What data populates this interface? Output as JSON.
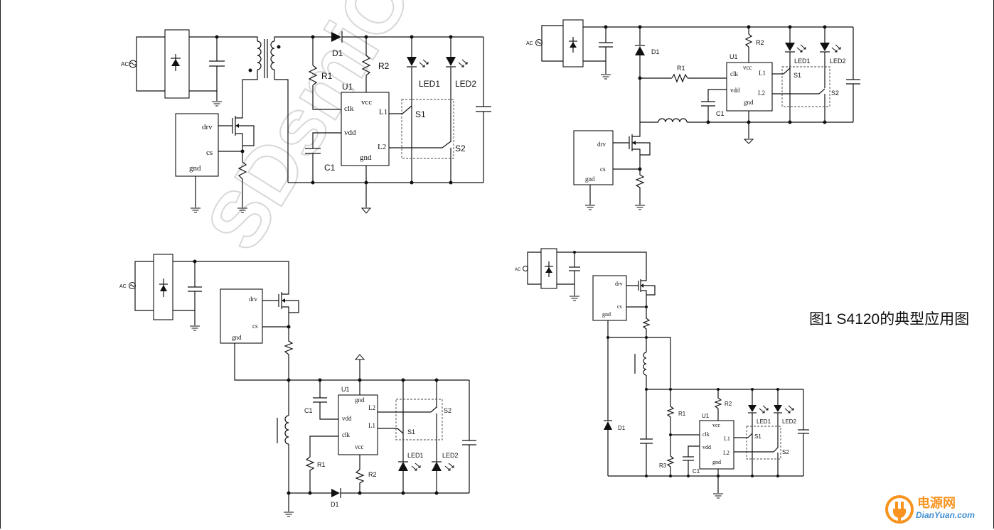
{
  "caption": "图1 S4120的典型应用图",
  "watermark": "SDsmiCo",
  "logo": {
    "cn": "电源网",
    "en": "DianYuan.com"
  },
  "circuits": {
    "c1": {
      "ac": "AC",
      "d1": "D1",
      "r1": "R1",
      "r2": "R2",
      "u1": "U1",
      "c1": "C1",
      "led1": "LED1",
      "led2": "LED2",
      "s1": "S1",
      "s2": "S2",
      "clk": "clk",
      "vdd": "vdd",
      "vcc": "vcc",
      "gnd": "gnd",
      "l1": "L1",
      "l2": "L2",
      "drv": "drv",
      "cs": "cs"
    },
    "c2": {
      "ac": "AC",
      "d1": "D1",
      "r1": "R1",
      "r2": "R2",
      "u1": "U1",
      "c1": "C1",
      "led1": "LED1",
      "led2": "LED2",
      "s1": "S1",
      "s2": "S2",
      "clk": "clk",
      "vdd": "vdd",
      "vcc": "vcc",
      "gnd": "gnd",
      "l1": "L1",
      "l2": "L2",
      "drv": "drv",
      "cs": "cs"
    },
    "c3": {
      "ac": "AC",
      "d1": "D1",
      "r1": "R1",
      "r2": "R2",
      "u1": "U1",
      "c1": "C1",
      "led1": "LED1",
      "led2": "LED2",
      "s1": "S1",
      "s2": "S2",
      "clk": "clk",
      "vdd": "vdd",
      "vcc": "vcc",
      "gnd": "gnd",
      "l1": "L1",
      "l2": "L2",
      "drv": "drv",
      "cs": "cs"
    },
    "c4": {
      "ac": "AC",
      "d1": "D1",
      "r1": "R1",
      "r2": "R2",
      "r3": "R3",
      "u1": "U1",
      "c1": "C1",
      "led1": "LED1",
      "led2": "LED2",
      "s1": "S1",
      "s2": "S2",
      "clk": "clk",
      "vdd": "vdd",
      "vcc": "vcc",
      "gnd": "gnd",
      "l1": "L1",
      "l2": "L2",
      "drv": "drv",
      "cs": "cs"
    }
  }
}
